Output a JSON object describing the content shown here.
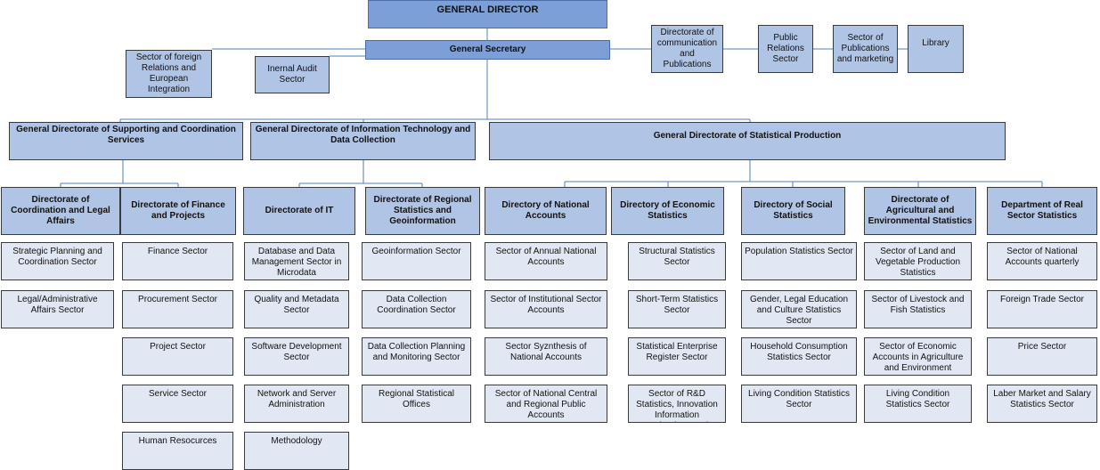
{
  "colors": {
    "top": "#7b9fd6",
    "directorate": "#b0c4e6",
    "sector": "#e1e8f3",
    "connector": "#4f81bd"
  },
  "director": "GENERAL DIRECTOR",
  "secretary": "General Secretary",
  "staff_left": {
    "foreign_relations": "Sector of foreign Relations and European Integration",
    "internal_audit": "Inernal Audit Sector"
  },
  "staff_right": {
    "communication": "Directorate of communication and Publications",
    "public_relations": "Public Relations Sector",
    "publications_marketing": "Sector of Publications and marketing",
    "library": "Library"
  },
  "general_directorates": {
    "supporting": "General Directorate of Supporting and Coordination Services",
    "it": "General Directorate of Information Technology and Data Collection",
    "statistical": "General Directorate of Statistical Production"
  },
  "directorates": [
    {
      "title": "Directorate of Coordination and Legal Affairs",
      "sectors": [
        "Strategic Planning and Coordination Sector",
        "Legal/Administrative Affairs Sector"
      ]
    },
    {
      "title": "Directorate of Finance and Projects",
      "sectors": [
        "Finance Sector",
        "Procurement Sector",
        "Project Sector",
        "Service Sector",
        "Human Resocurces"
      ]
    },
    {
      "title": "Directorate of IT",
      "sectors": [
        "Database and Data Management Sector in Microdata",
        "Quality and Metadata Sector",
        "Software Development Sector",
        "Network and Server Administration",
        "Methodology"
      ]
    },
    {
      "title": "Directorate of Regional Statistics and Geoinformation",
      "sectors": [
        "Geoinformation Sector",
        "Data Collection Coordination Sector",
        "Data Collection Planning and Monitoring Sector",
        "Regional Statistical Offices"
      ]
    },
    {
      "title": "Directory of National Accounts",
      "sectors": [
        "Sector of Annual National Accounts",
        "Sector of Institutional Sector Accounts",
        "Sector Syznthesis of National Accounts",
        "Sector of National Central and Regional Public Accounts"
      ]
    },
    {
      "title": "Directory of Economic Statistics",
      "sectors": [
        "Structural Statistics Sector",
        "Short-Term Statistics Sector",
        "Statistical Enterprise Register Sector",
        "Sector of R&D Statistics, Innovation Information Technology and Transport"
      ]
    },
    {
      "title": "Directory of Social Statistics",
      "sectors": [
        "Population Statistics Sector",
        "Gender, Legal Education and Culture Statistics Sector",
        "Household Consumption Statistics Sector",
        "Living Condition Statistics Sector"
      ]
    },
    {
      "title": "Directorate of Agricultural and Environmental Statistics",
      "sectors": [
        "Sector of Land and Vegetable Production Statistics",
        "Sector of Livestock and Fish Statistics",
        "Sector of Economic Accounts in Agriculture and Environment",
        "Living Condition Statistics Sector"
      ]
    },
    {
      "title": "Department of Real Sector Statistics",
      "sectors": [
        "Sector of National Accounts quarterly",
        "Foreign Trade Sector",
        "Price Sector",
        "Laber Market and Salary Statistics Sector"
      ]
    }
  ]
}
